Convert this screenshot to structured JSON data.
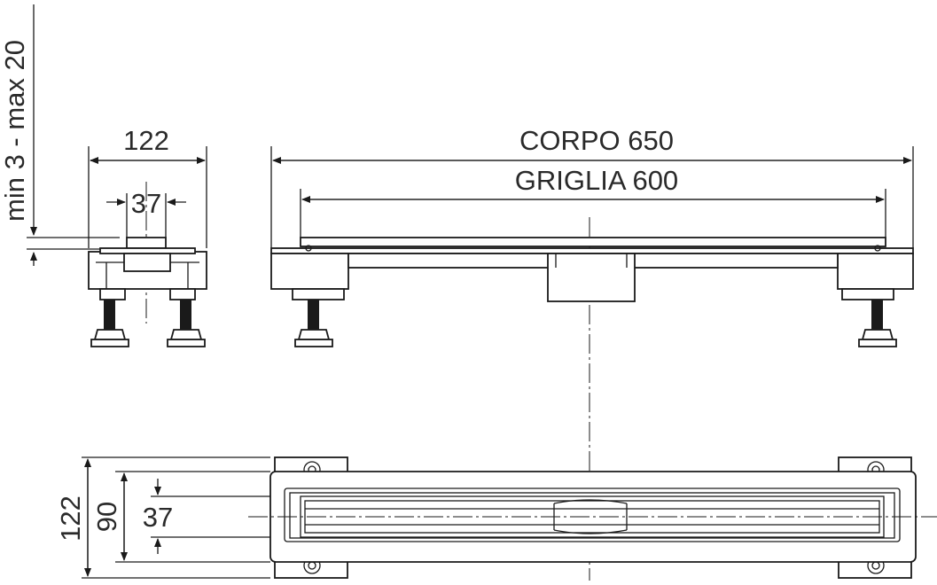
{
  "labels": {
    "height_range": "min 3 - max 20",
    "side_width": "122",
    "side_inner": "37",
    "body_length": "CORPO 650",
    "grate_length": "GRIGLIA 600",
    "plan_width": "122",
    "plan_channel": "90",
    "plan_grate": "37"
  }
}
